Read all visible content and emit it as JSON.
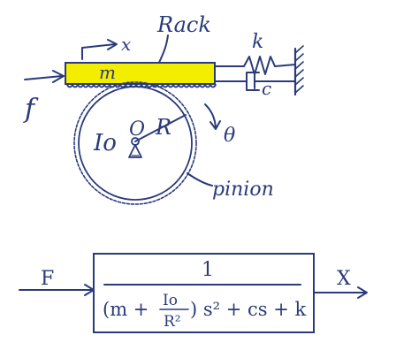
{
  "rack_system": {
    "rack_label": "Rack",
    "mass_label": "m",
    "displacement_label": "x",
    "force_label": "f",
    "spring_label": "k",
    "damper_label": "c",
    "pinion_label": "pinion",
    "inertia_label": "Io",
    "center_label": "O",
    "radius_label": "R",
    "angle_label": "θ"
  },
  "block_diagram": {
    "input_label": "F",
    "output_label": "X",
    "numerator": "1",
    "denominator": {
      "open": "(m +",
      "frac_num": "Io",
      "frac_den": "R²",
      "close": ") s² + cs + k"
    }
  },
  "colors": {
    "ink": "#2a3a7a",
    "rack_fill": "#f3ee00"
  }
}
